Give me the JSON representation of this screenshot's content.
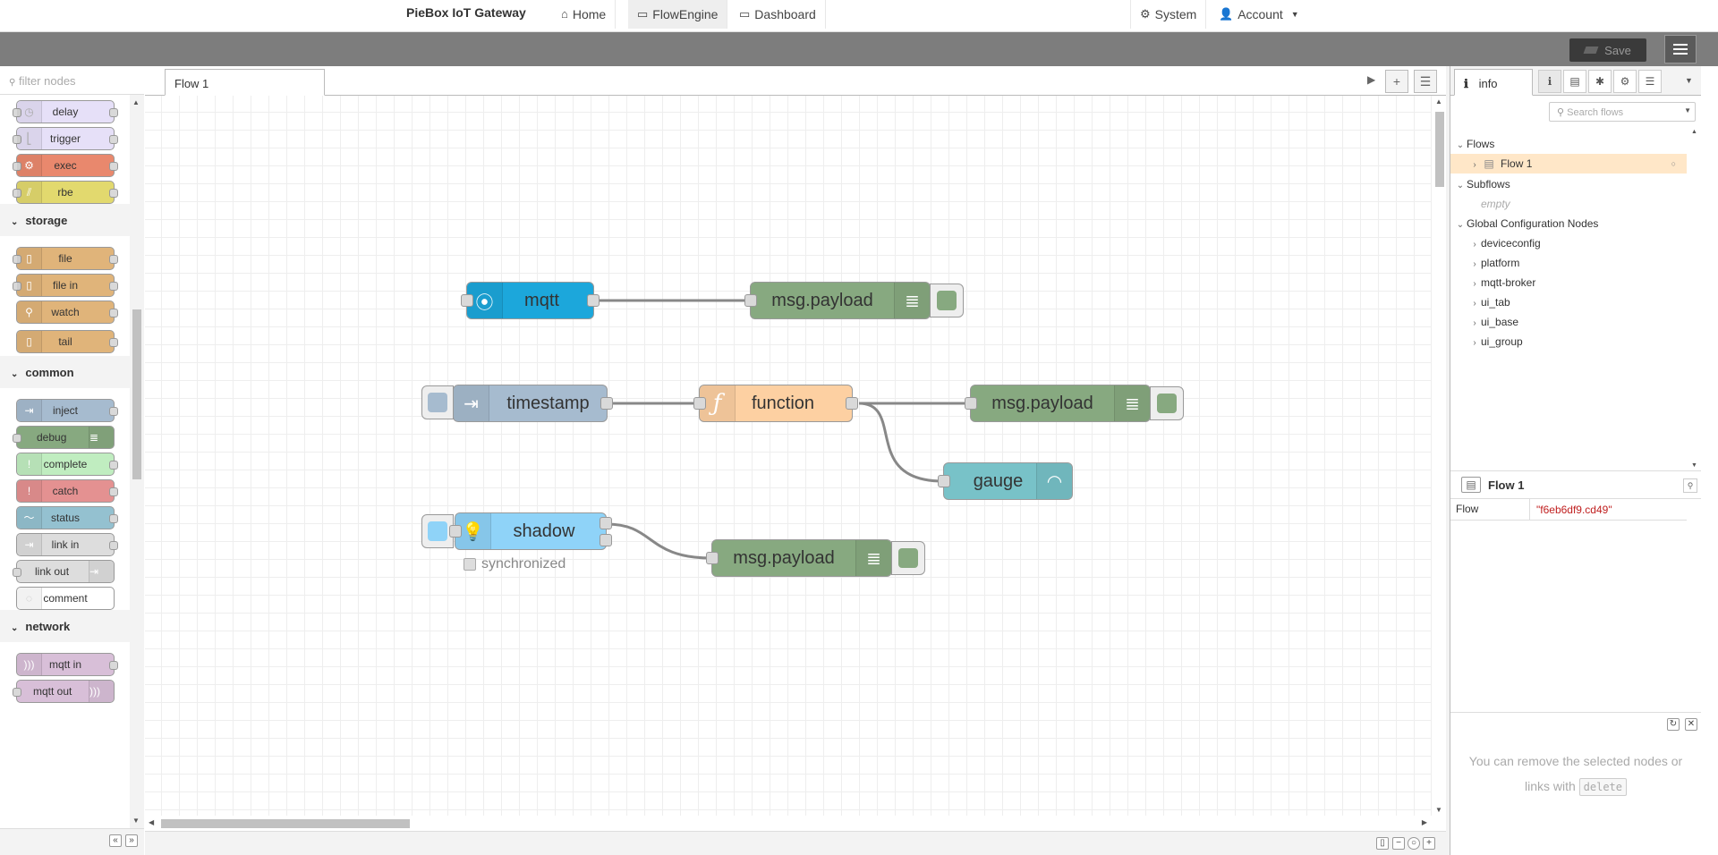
{
  "header": {
    "brand": "PieBox IoT Gateway",
    "nav": [
      {
        "label": "Home",
        "icon": "home-icon"
      },
      {
        "label": "FlowEngine",
        "icon": "window-icon"
      },
      {
        "label": "Dashboard",
        "icon": "window-icon"
      }
    ],
    "system_label": "System",
    "account_label": "Account"
  },
  "toolbar": {
    "save_label": "Save"
  },
  "palette": {
    "filter_placeholder": "filter nodes",
    "top_nodes": [
      "delay",
      "trigger",
      "exec",
      "rbe"
    ],
    "categories": [
      {
        "name": "storage",
        "nodes": [
          "file",
          "file in",
          "watch",
          "tail"
        ]
      },
      {
        "name": "common",
        "nodes": [
          "inject",
          "debug",
          "complete",
          "catch",
          "status",
          "link in",
          "link out",
          "comment"
        ]
      },
      {
        "name": "network",
        "nodes": [
          "mqtt in",
          "mqtt out"
        ]
      }
    ]
  },
  "workspace": {
    "tab_label": "Flow 1",
    "nodes": {
      "mqtt": "mqtt",
      "debug1": "msg.payload",
      "timestamp": "timestamp",
      "function": "function",
      "debug2": "msg.payload",
      "gauge": "gauge",
      "shadow": "shadow",
      "shadow_status": "synchronized",
      "debug3": "msg.payload"
    }
  },
  "sidebar": {
    "tab_label": "info",
    "search_placeholder": "Search flows",
    "tree": {
      "flows_label": "Flows",
      "flow1": "Flow 1",
      "subflows_label": "Subflows",
      "subflows_empty": "empty",
      "global_label": "Global Configuration Nodes",
      "config_nodes": [
        "deviceconfig",
        "platform",
        "mqtt-broker",
        "ui_tab",
        "ui_base",
        "ui_group"
      ]
    },
    "props": {
      "title": "Flow 1",
      "key": "Flow",
      "value": "\"f6eb6df9.cd49\""
    },
    "help": {
      "text": "You can remove the selected nodes or links with",
      "code": "delete"
    }
  },
  "colors": {
    "mqtt": "#1ca7db",
    "debug": "#87a980",
    "inject": "#a6bbcf",
    "function": "#fdd0a2",
    "gauge": "#78c2c8",
    "shadow": "#8fd3f8",
    "exec": "#e9886d",
    "rbe": "#e2d96e",
    "storage": "#e0b47a",
    "delay": "#e6e0f8",
    "complete": "#c0edc0",
    "catch": "#e49191",
    "status": "#94c1d0",
    "link": "#dddddd",
    "network": "#d8bfd8"
  }
}
